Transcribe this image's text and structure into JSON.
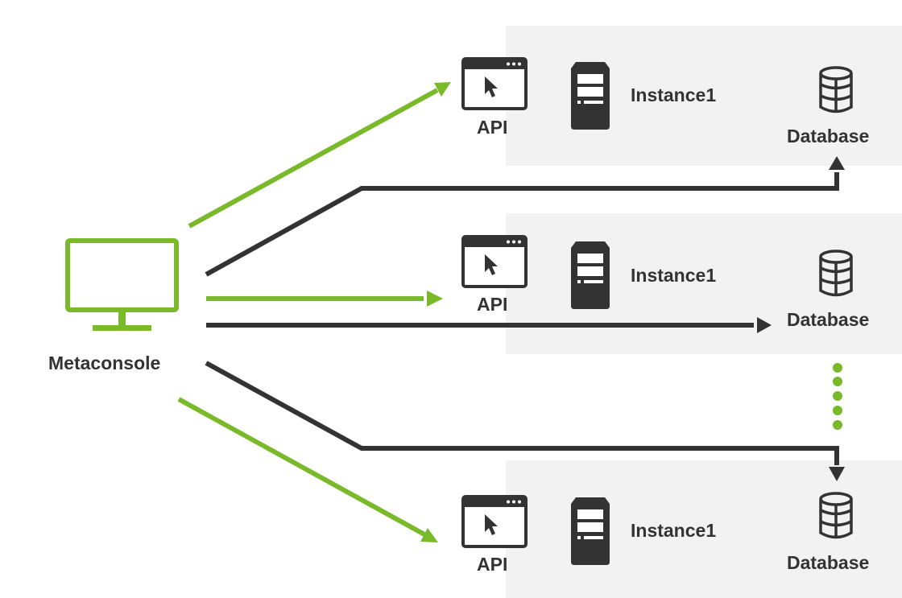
{
  "colors": {
    "green": "#7ab929",
    "dark": "#333333",
    "panel": "#f2f2f2"
  },
  "console": {
    "label": "Metaconsole",
    "icon": "monitor-icon"
  },
  "instances": [
    {
      "name": "Instance1",
      "api_label": "API",
      "db_label": "Database"
    },
    {
      "name": "Instance1",
      "api_label": "API",
      "db_label": "Database"
    },
    {
      "name": "Instance1",
      "api_label": "API",
      "db_label": "Database"
    }
  ],
  "icons": {
    "api": "api-browser-window-icon",
    "server": "server-icon",
    "database": "database-icon",
    "more": "vertical-dots-icon"
  }
}
